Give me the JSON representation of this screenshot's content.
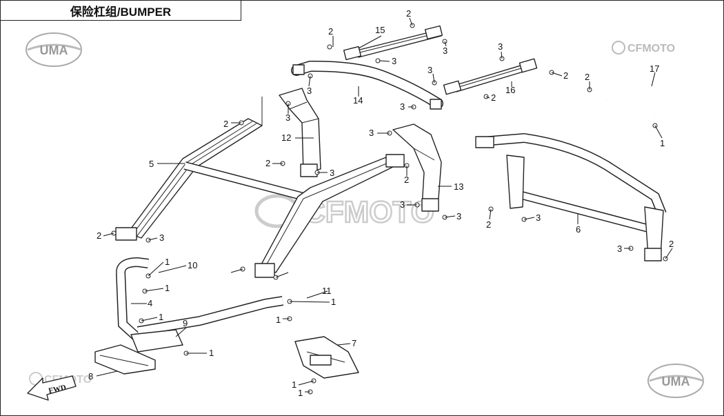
{
  "title": "保险杠组/BUMPER",
  "logos": {
    "uma_top_left": "UMA",
    "uma_bottom_right": "UMA",
    "cfmoto_top_right": "CFMOTO",
    "cfmoto_center": "CFMOTO",
    "cfmoto_bottom_left": "CFMOTO",
    "fwd": "FWD"
  },
  "callouts": [
    {
      "id": "c1",
      "label": "2"
    },
    {
      "id": "c2",
      "label": "15"
    },
    {
      "id": "c3",
      "label": "3"
    },
    {
      "id": "c4",
      "label": "2"
    },
    {
      "id": "c5",
      "label": "3"
    },
    {
      "id": "c6",
      "label": "3"
    },
    {
      "id": "c7",
      "label": "2"
    },
    {
      "id": "c8",
      "label": "16"
    },
    {
      "id": "c9",
      "label": "2"
    },
    {
      "id": "c10",
      "label": "17"
    },
    {
      "id": "c11",
      "label": "3"
    },
    {
      "id": "c12",
      "label": "14"
    },
    {
      "id": "c13",
      "label": "3"
    },
    {
      "id": "c14",
      "label": "3"
    },
    {
      "id": "c15",
      "label": "2"
    },
    {
      "id": "c16",
      "label": "12"
    },
    {
      "id": "c17",
      "label": "1"
    },
    {
      "id": "c18",
      "label": "5"
    },
    {
      "id": "c19",
      "label": "2"
    },
    {
      "id": "c20",
      "label": "3"
    },
    {
      "id": "c21",
      "label": "3"
    },
    {
      "id": "c22",
      "label": "2"
    },
    {
      "id": "c23",
      "label": "13"
    },
    {
      "id": "c24",
      "label": "3"
    },
    {
      "id": "c25",
      "label": "2"
    },
    {
      "id": "c26",
      "label": "3"
    },
    {
      "id": "c27",
      "label": "3"
    },
    {
      "id": "c28",
      "label": "6"
    },
    {
      "id": "c29",
      "label": "2"
    },
    {
      "id": "c30",
      "label": "3"
    },
    {
      "id": "c31",
      "label": "2"
    },
    {
      "id": "c32",
      "label": "3"
    },
    {
      "id": "c33",
      "label": "1"
    },
    {
      "id": "c34",
      "label": "10"
    },
    {
      "id": "c35",
      "label": "1"
    },
    {
      "id": "c36",
      "label": "4"
    },
    {
      "id": "c37",
      "label": "1"
    },
    {
      "id": "c38",
      "label": "9"
    },
    {
      "id": "c39",
      "label": "1"
    },
    {
      "id": "c40",
      "label": "11"
    },
    {
      "id": "c41",
      "label": "1"
    },
    {
      "id": "c42",
      "label": "1"
    },
    {
      "id": "c43",
      "label": "7"
    },
    {
      "id": "c44",
      "label": "8"
    },
    {
      "id": "c45",
      "label": "1"
    },
    {
      "id": "c46",
      "label": "1"
    },
    {
      "id": "c47",
      "label": "2"
    },
    {
      "id": "c48",
      "label": "3"
    }
  ]
}
